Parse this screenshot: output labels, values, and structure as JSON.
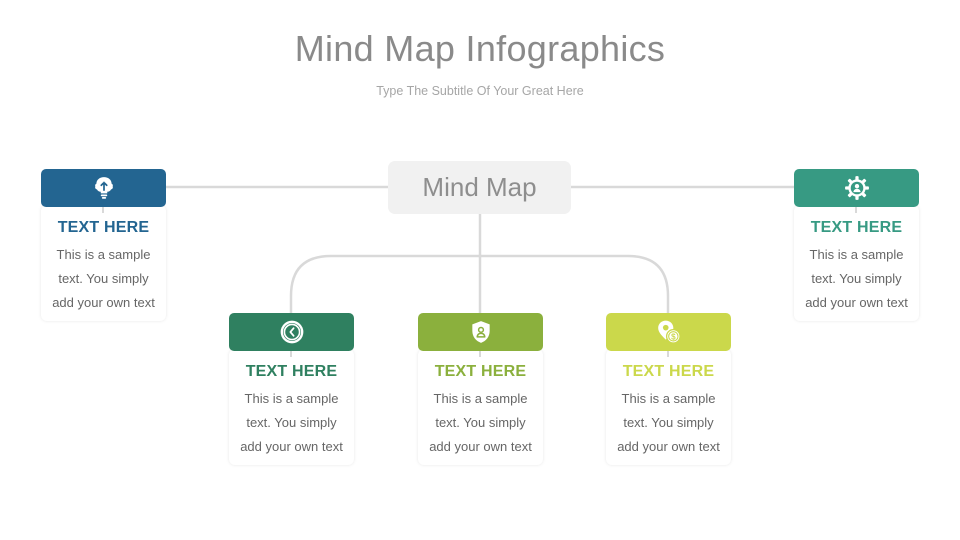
{
  "header": {
    "title": "Mind Map Infographics",
    "subtitle": "Type The Subtitle Of Your Great Here"
  },
  "center": {
    "label": "Mind Map"
  },
  "colors": {
    "line": "#d9d9d9",
    "center_bg": "#f1f1f1",
    "body_text": "#666666"
  },
  "nodes": [
    {
      "id": "left",
      "icon": "brain-bulb-icon",
      "color": "#236591",
      "title": "TEXT HERE",
      "text": "This is a sample text. You simply add your own text"
    },
    {
      "id": "bottom1",
      "icon": "clock-icon",
      "color": "#2f8060",
      "title": "TEXT HERE",
      "text": "This is a sample text. You simply add your own text"
    },
    {
      "id": "bottom2",
      "icon": "shield-user-icon",
      "color": "#8bb03d",
      "title": "TEXT HERE",
      "text": "This is a sample text. You simply add your own text"
    },
    {
      "id": "bottom3",
      "icon": "location-dollar-icon",
      "color": "#cbd84b",
      "title": "TEXT HERE",
      "text": "This is a sample text. You simply add your own text"
    },
    {
      "id": "right",
      "icon": "gear-user-icon",
      "color": "#379a83",
      "title": "TEXT HERE",
      "text": "This is a sample text. You simply add your own text"
    }
  ]
}
